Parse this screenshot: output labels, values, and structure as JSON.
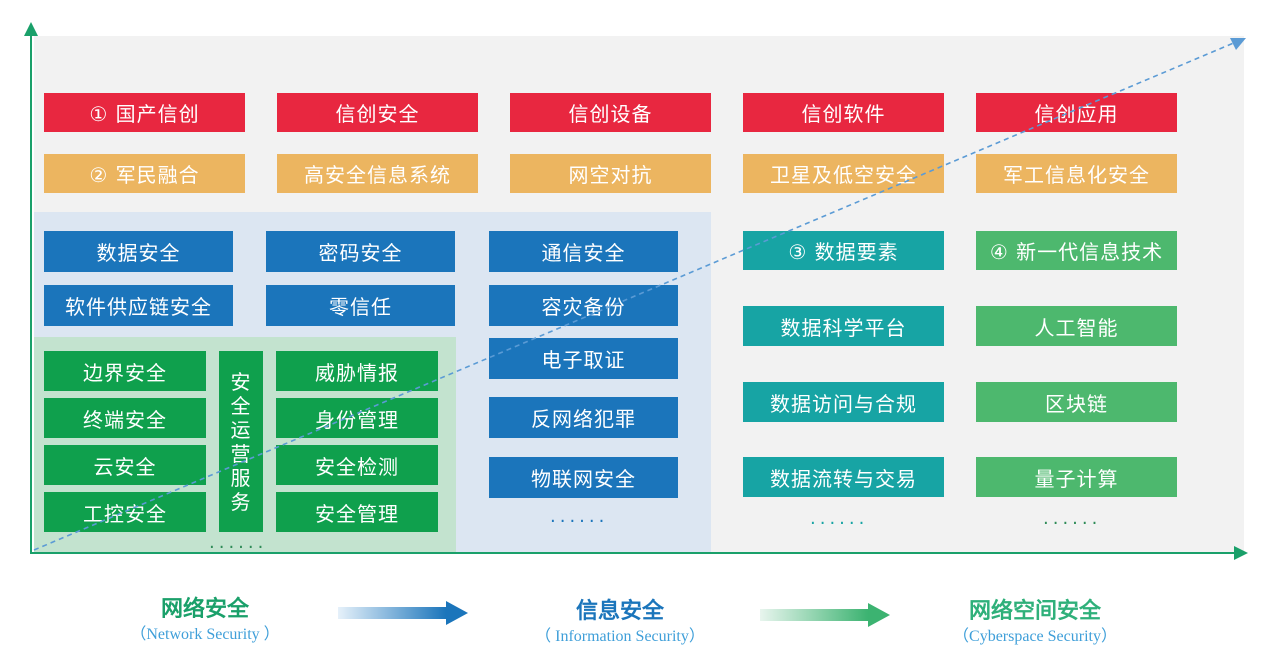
{
  "row_red": [
    "① 国产信创",
    "信创安全",
    "信创设备",
    "信创软件",
    "信创应用"
  ],
  "row_orange": [
    "② 军民融合",
    "高安全信息系统",
    "网空对抗",
    "卫星及低空安全",
    "军工信息化安全"
  ],
  "blue_left": {
    "col1": [
      "数据安全",
      "软件供应链安全"
    ],
    "col2": [
      "密码安全",
      "零信任"
    ]
  },
  "blue_mid": [
    "通信安全",
    "容灾备份",
    "电子取证",
    "反网络犯罪",
    "物联网安全"
  ],
  "green_left": [
    "边界安全",
    "终端安全",
    "云安全",
    "工控安全"
  ],
  "green_center_chars": [
    "安",
    "全",
    "运",
    "营",
    "服",
    "务"
  ],
  "green_right": [
    "威胁情报",
    "身份管理",
    "安全检测",
    "安全管理"
  ],
  "teal_col": [
    "③ 数据要素",
    "数据科学平台",
    "数据访问与合规",
    "数据流转与交易"
  ],
  "green_col": [
    "④ 新一代信息技术",
    "人工智能",
    "区块链",
    "量子计算"
  ],
  "ellipsis": "......",
  "phases": [
    {
      "title": "网络安全",
      "subtitle": "（Network Security ）",
      "color": "#1aa06a"
    },
    {
      "title": "信息安全",
      "subtitle": "（ Information Security）",
      "color": "#1b75bb"
    },
    {
      "title": "网络空间安全",
      "subtitle": "（Cyberspace Security）",
      "color": "#2fb07a"
    }
  ],
  "colors": {
    "red": "#e82740",
    "orange": "#ecb560",
    "blue": "#1b75bb",
    "teal": "#17a4a4",
    "green": "#4db86e",
    "dark_green": "#0fa04d",
    "axis": "#1aa06a"
  }
}
